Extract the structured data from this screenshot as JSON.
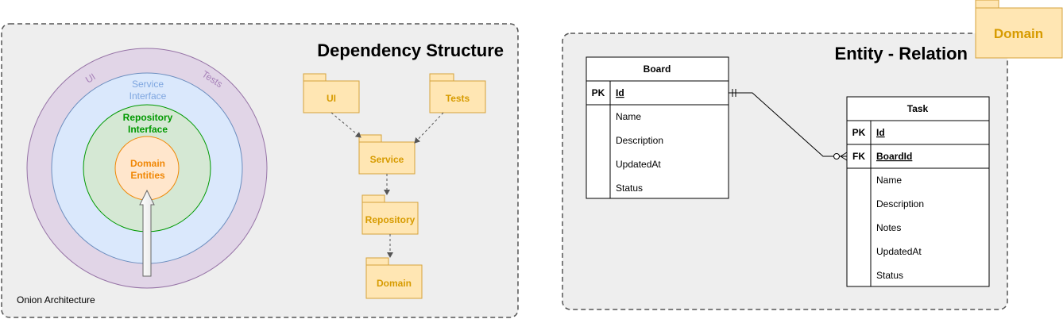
{
  "onion": {
    "caption": "Onion Architecture",
    "layers": {
      "outer_left": "UI",
      "outer_right": "Tests",
      "service": [
        "Service",
        "Interface"
      ],
      "repository": [
        "Repository",
        "Interface"
      ],
      "domain": [
        "Domain",
        "Entities"
      ]
    }
  },
  "dependency": {
    "title": "Dependency Structure",
    "packages": {
      "ui": "UI",
      "tests": "Tests",
      "service": "Service",
      "repository": "Repository",
      "domain": "Domain"
    }
  },
  "er": {
    "title": "Entity - Relation",
    "package_label": "Domain",
    "board": {
      "name": "Board",
      "pk_key": "PK",
      "pk_field": "Id",
      "fields": [
        "Name",
        "Description",
        "UpdatedAt",
        "Status"
      ]
    },
    "task": {
      "name": "Task",
      "pk_key": "PK",
      "pk_field": "Id",
      "fk_key": "FK",
      "fk_field": "BoardId",
      "fields": [
        "Name",
        "Description",
        "Notes",
        "UpdatedAt",
        "Status"
      ]
    }
  },
  "colors": {
    "panel_fill": "#eeeeee",
    "panel_border": "#555555",
    "pkg_fill": "#ffe6b3",
    "pkg_border": "#d6a33b",
    "pkg_text": "#d79b00",
    "onion_outer": "#e1d5e7",
    "onion_outer_stroke": "#9673a6",
    "onion_service": "#dae8fc",
    "onion_service_stroke": "#6c8ebf",
    "onion_repo": "#d5e8d4",
    "onion_repo_stroke": "#009900",
    "onion_domain": "#ffe6cc",
    "onion_domain_stroke": "#f08705"
  }
}
